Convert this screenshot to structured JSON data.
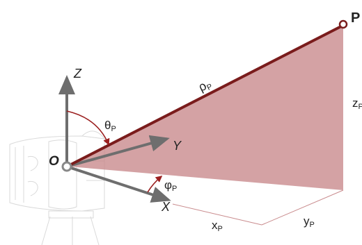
{
  "labels": {
    "point": "P",
    "origin": "O",
    "axis_x": "X",
    "axis_y": "Y",
    "axis_z": "Z",
    "rho": "ρ",
    "theta": "θ",
    "phi": "φ",
    "x_comp": "x",
    "y_comp": "y",
    "z_comp": "z",
    "subscript": "P"
  },
  "colors": {
    "maroon": "#7a1c1c",
    "triangle_fill": "#c98b8d",
    "axis_gray": "#6e6e6e",
    "arc_red": "#9b1f1f",
    "scanner_line": "#bbbbbb"
  },
  "icons": {
    "scanner": "laser-scanner-icon"
  }
}
